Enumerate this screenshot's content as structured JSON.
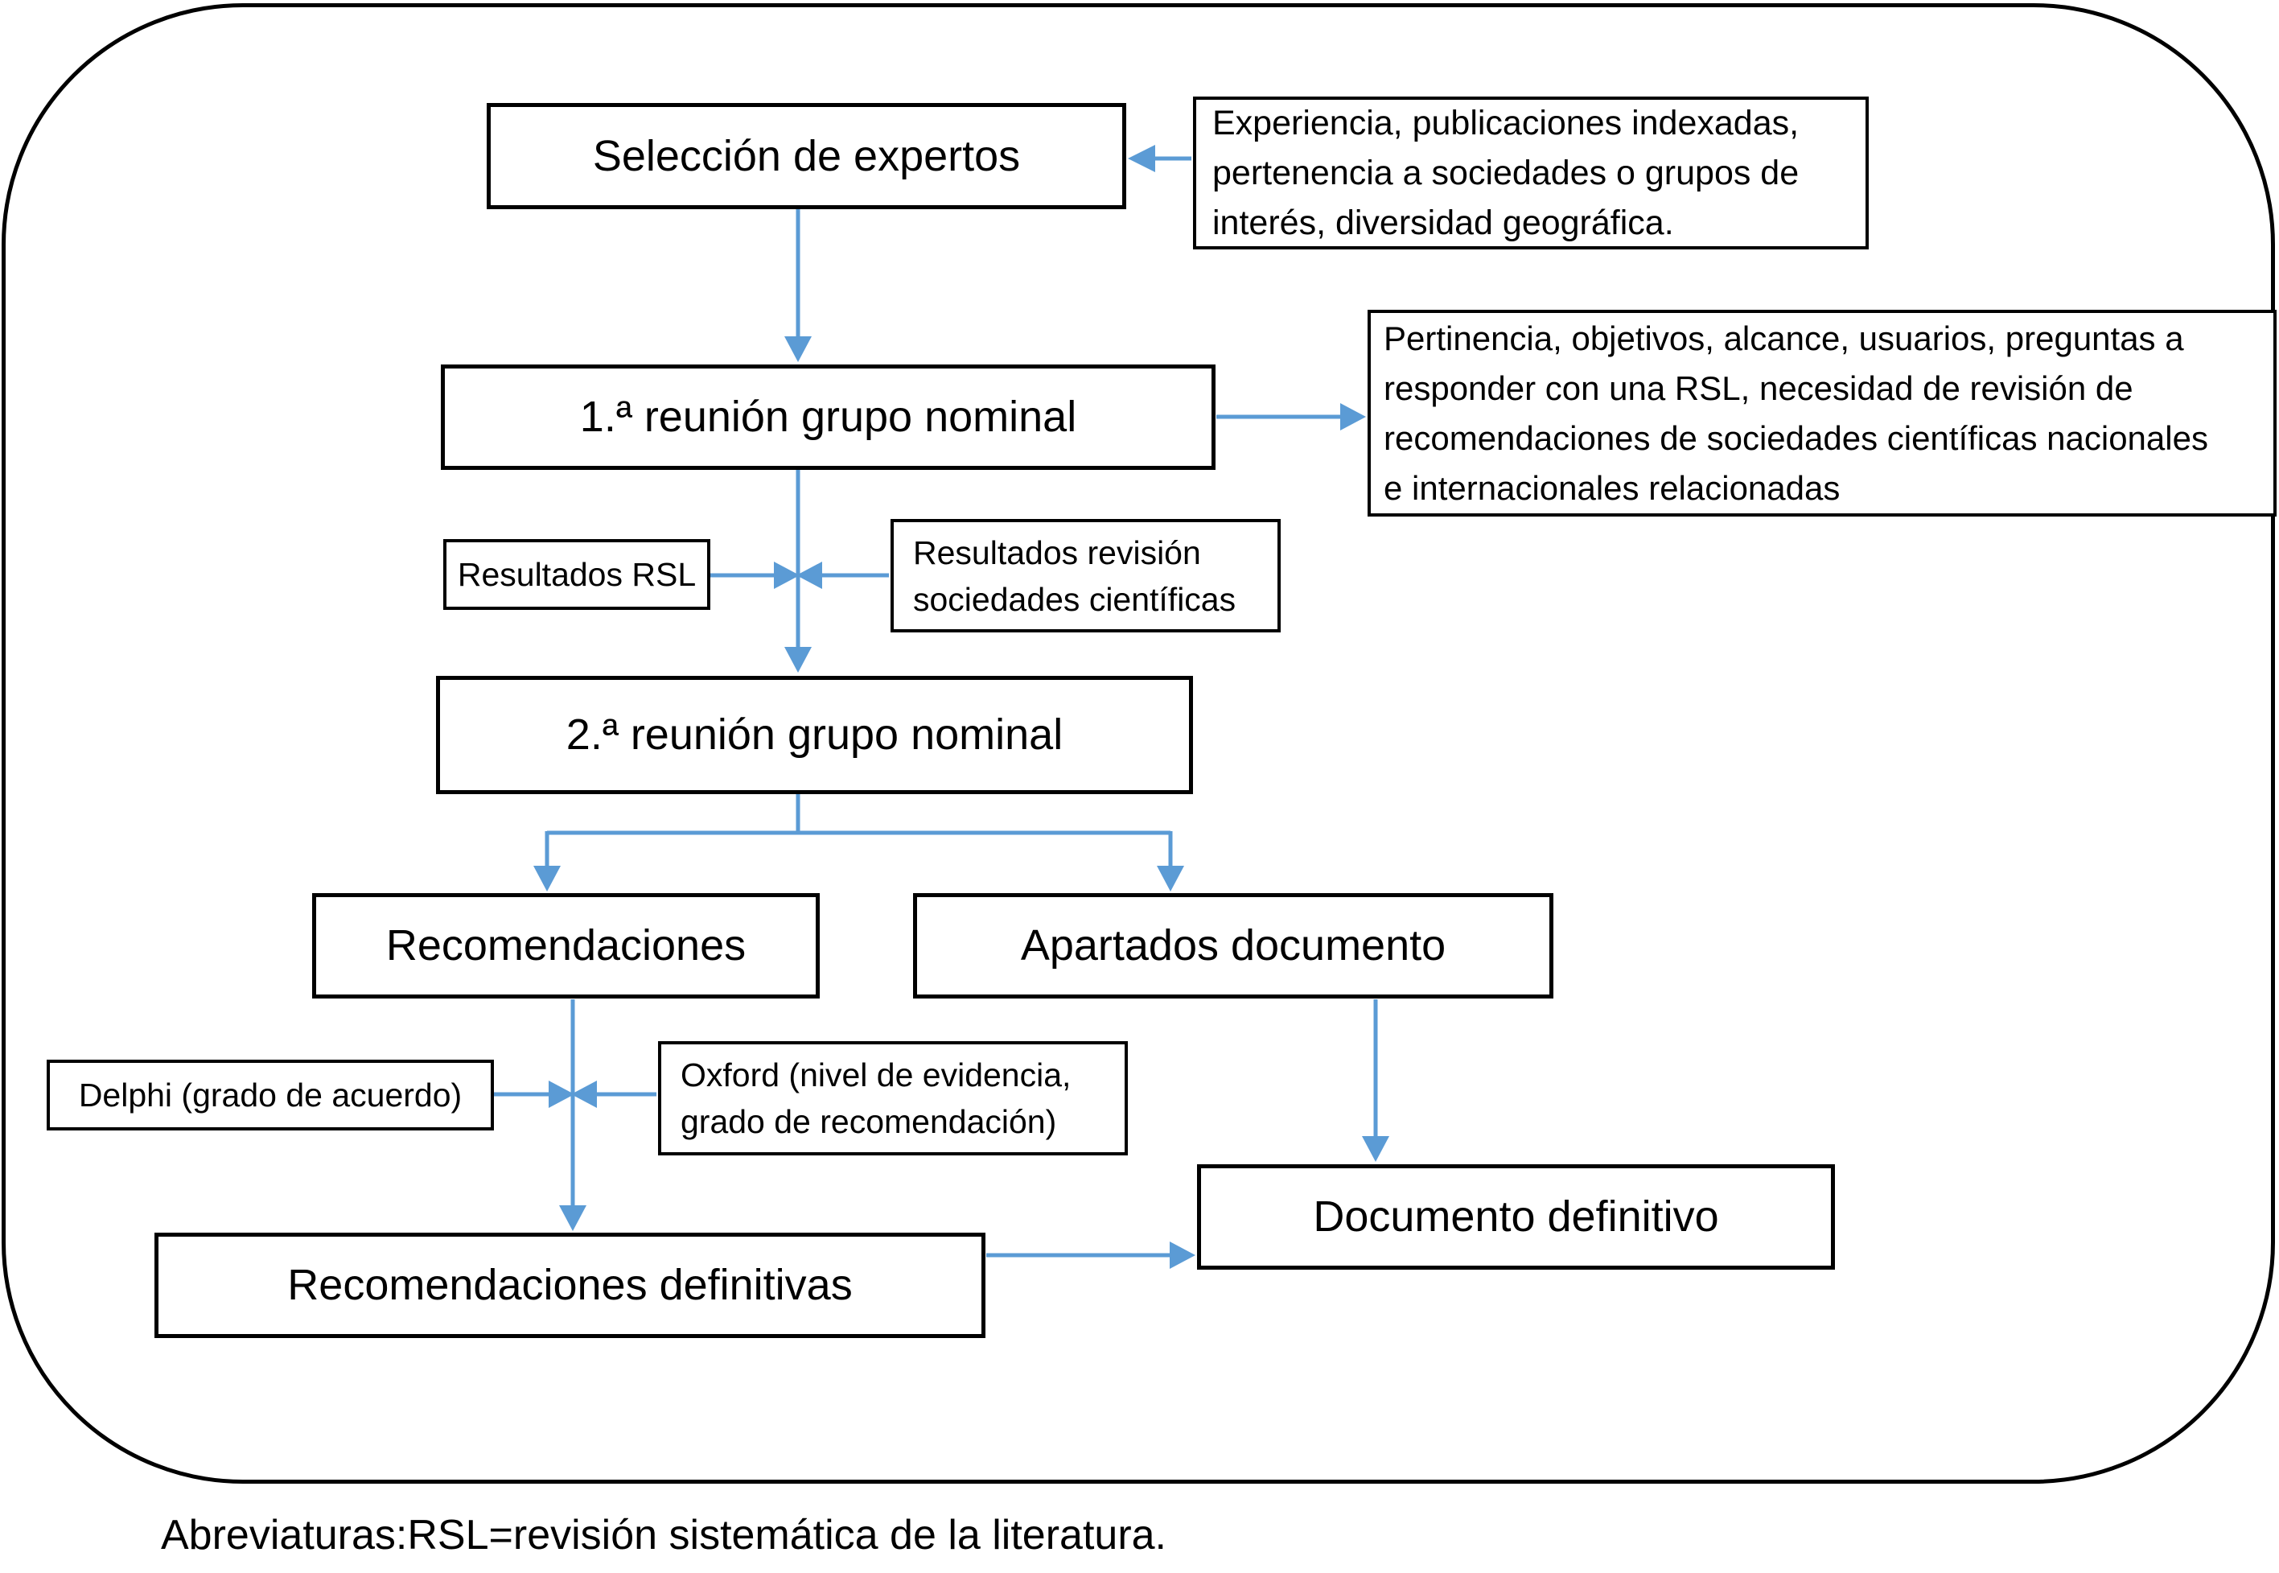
{
  "nodes": {
    "seleccion": {
      "label": "Selección de expertos"
    },
    "experiencia_note": {
      "label": "Experiencia, publicaciones indexadas,\npertenencia a sociedades o grupos de\ninterés, diversidad geográfica."
    },
    "reunion1": {
      "label": "1.ª reunión grupo nominal"
    },
    "pertinencia_note": {
      "label": "Pertinencia, objetivos, alcance, usuarios, preguntas a\nresponder con una RSL, necesidad de revisión de\nrecomendaciones de sociedades científicas nacionales\ne internacionales relacionadas"
    },
    "resultados_rsl": {
      "label": "Resultados RSL"
    },
    "resultados_revision": {
      "label": "Resultados revisión\nsociedades científicas"
    },
    "reunion2": {
      "label": "2.ª reunión grupo nominal"
    },
    "recomendaciones": {
      "label": "Recomendaciones"
    },
    "apartados": {
      "label": "Apartados documento"
    },
    "delphi": {
      "label": "Delphi (grado de acuerdo)"
    },
    "oxford": {
      "label": "Oxford (nivel de evidencia,\ngrado de recomendación)"
    },
    "recomendaciones_definitivas": {
      "label": "Recomendaciones definitivas"
    },
    "documento_definitivo": {
      "label": "Documento definitivo"
    }
  },
  "caption": "Abreviaturas:RSL=revisión sistemática de la literatura.",
  "colors": {
    "arrow": "#5b9bd5",
    "border": "#000000",
    "background": "#ffffff"
  }
}
